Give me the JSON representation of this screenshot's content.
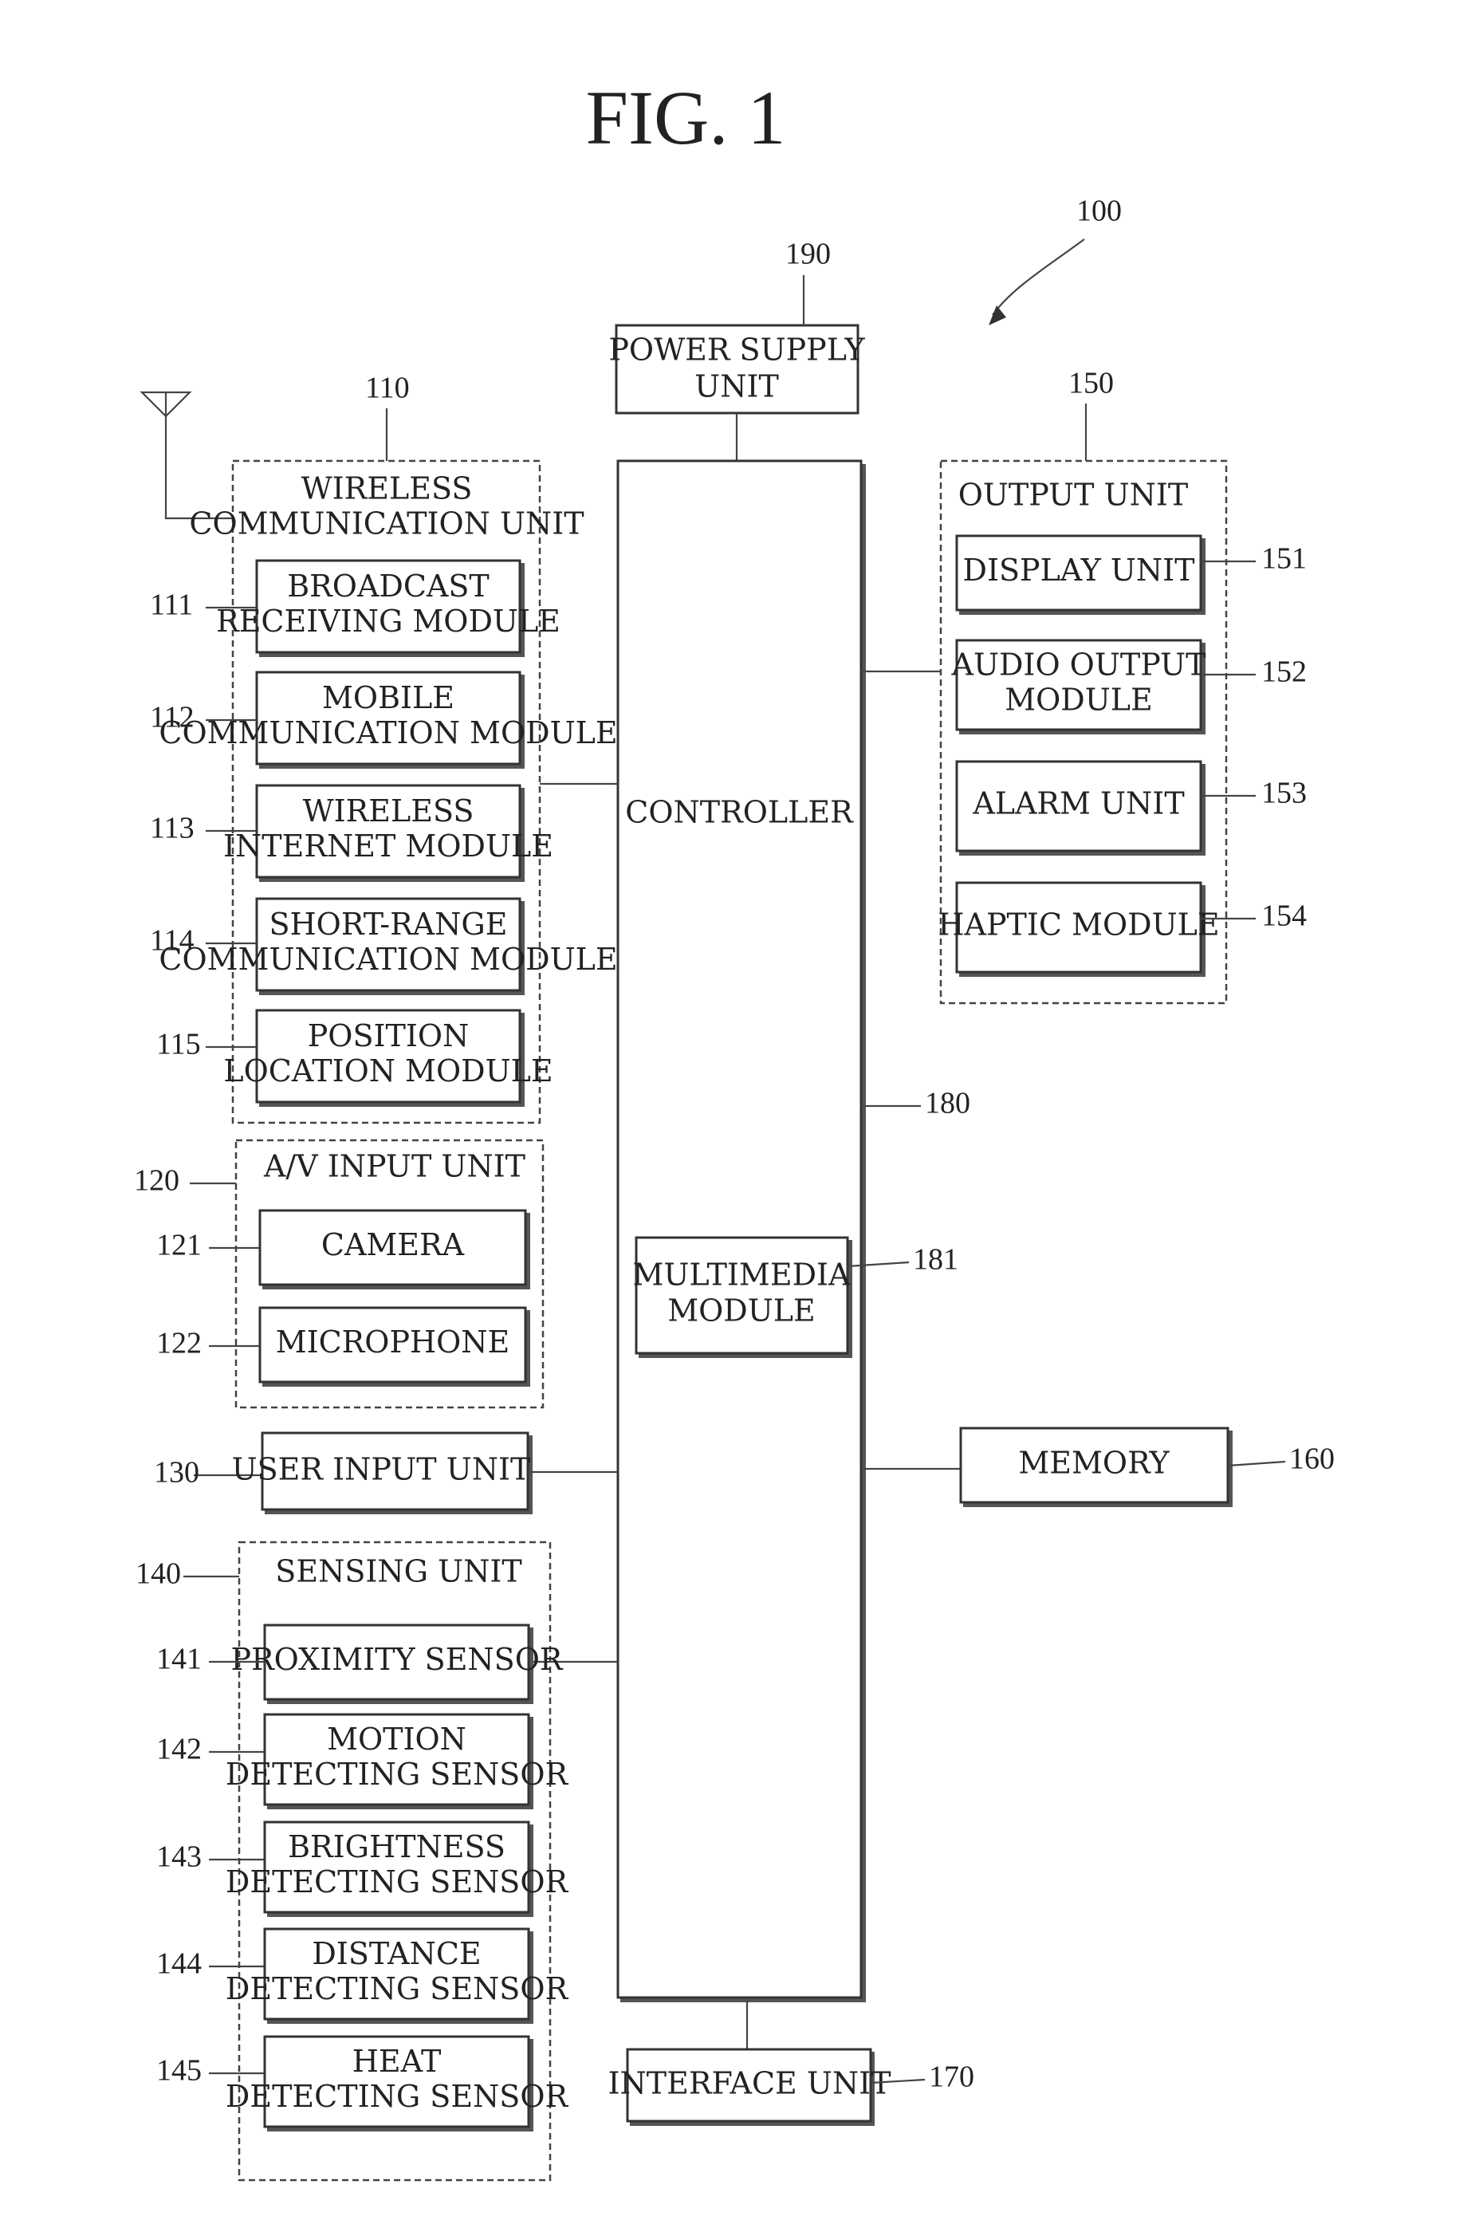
{
  "figure": {
    "title": "FIG. 1",
    "device_ref": "100"
  },
  "power_supply": {
    "label": [
      "POWER SUPPLY",
      "UNIT"
    ],
    "ref": "190"
  },
  "controller": {
    "label": "CONTROLLER",
    "ref": "180"
  },
  "multimedia": {
    "label": [
      "MULTIMEDIA",
      "MODULE"
    ],
    "ref": "181"
  },
  "interface": {
    "label": "INTERFACE UNIT",
    "ref": "170"
  },
  "memory": {
    "label": "MEMORY",
    "ref": "160"
  },
  "wireless": {
    "title": [
      "WIRELESS",
      "COMMUNICATION UNIT"
    ],
    "ref": "110",
    "modules": [
      {
        "label": [
          "BROADCAST",
          "RECEIVING MODULE"
        ],
        "ref": "111"
      },
      {
        "label": [
          "MOBILE",
          "COMMUNICATION MODULE"
        ],
        "ref": "112"
      },
      {
        "label": [
          "WIRELESS",
          "INTERNET MODULE"
        ],
        "ref": "113"
      },
      {
        "label": [
          "SHORT-RANGE",
          "COMMUNICATION MODULE"
        ],
        "ref": "114"
      },
      {
        "label": [
          "POSITION",
          "LOCATION MODULE"
        ],
        "ref": "115"
      }
    ]
  },
  "av_input": {
    "title": "A/V INPUT UNIT",
    "ref": "120",
    "modules": [
      {
        "label": "CAMERA",
        "ref": "121"
      },
      {
        "label": "MICROPHONE",
        "ref": "122"
      }
    ]
  },
  "user_input": {
    "label": "USER INPUT UNIT",
    "ref": "130"
  },
  "sensing": {
    "title": "SENSING UNIT",
    "ref": "140",
    "modules": [
      {
        "label": [
          "PROXIMITY SENSOR"
        ],
        "ref": "141"
      },
      {
        "label": [
          "MOTION",
          "DETECTING SENSOR"
        ],
        "ref": "142"
      },
      {
        "label": [
          "BRIGHTNESS",
          "DETECTING SENSOR"
        ],
        "ref": "143"
      },
      {
        "label": [
          "DISTANCE",
          "DETECTING SENSOR"
        ],
        "ref": "144"
      },
      {
        "label": [
          "HEAT",
          "DETECTING SENSOR"
        ],
        "ref": "145"
      }
    ]
  },
  "output": {
    "title": "OUTPUT UNIT",
    "ref": "150",
    "modules": [
      {
        "label": [
          "DISPLAY UNIT"
        ],
        "ref": "151"
      },
      {
        "label": [
          "AUDIO OUTPUT",
          "MODULE"
        ],
        "ref": "152"
      },
      {
        "label": [
          "ALARM UNIT"
        ],
        "ref": "153"
      },
      {
        "label": [
          "HAPTIC MODULE"
        ],
        "ref": "154"
      }
    ]
  }
}
